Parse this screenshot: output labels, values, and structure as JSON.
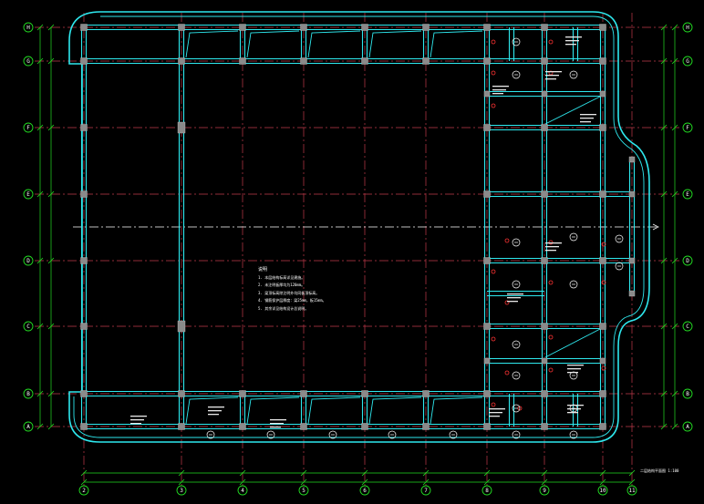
{
  "drawing": {
    "sheet_title": "二层结构平面图",
    "sheet_scale": "1:100",
    "colors": {
      "background": "#000000",
      "beam": "#2ee8ee",
      "axis": "#c03a4a",
      "dimension": "#22dd22",
      "column": "#8a8a8a",
      "text": "#ffffff",
      "marker": "#ff3333"
    },
    "notes": {
      "title": "说明",
      "items": [
        "1. 本层结构标高详见建施。",
        "2. 未注明板厚均为120mm。",
        "3. 梁顶标高除注明外均同板顶标高。",
        "4. 钢筋保护层厚度：梁25mm，板15mm。",
        "5. 其余详见结构设计总说明。"
      ]
    }
  }
}
